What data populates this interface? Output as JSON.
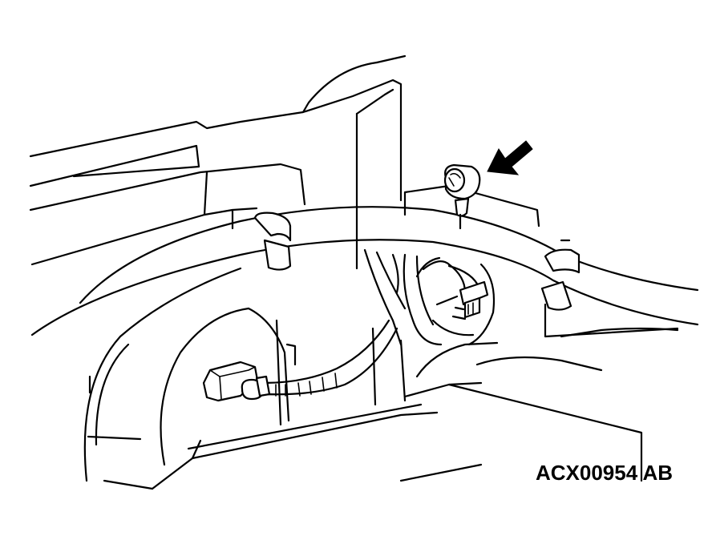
{
  "figure": {
    "code": "ACX00954 AB"
  },
  "components": {
    "pointer": "arrow-icon",
    "target": "ground-bolt",
    "harness": "wiring-harness",
    "connector_left": "harness-connector",
    "connector_center": "harness-connector"
  },
  "colors": {
    "line": "#000000",
    "background": "#ffffff"
  }
}
